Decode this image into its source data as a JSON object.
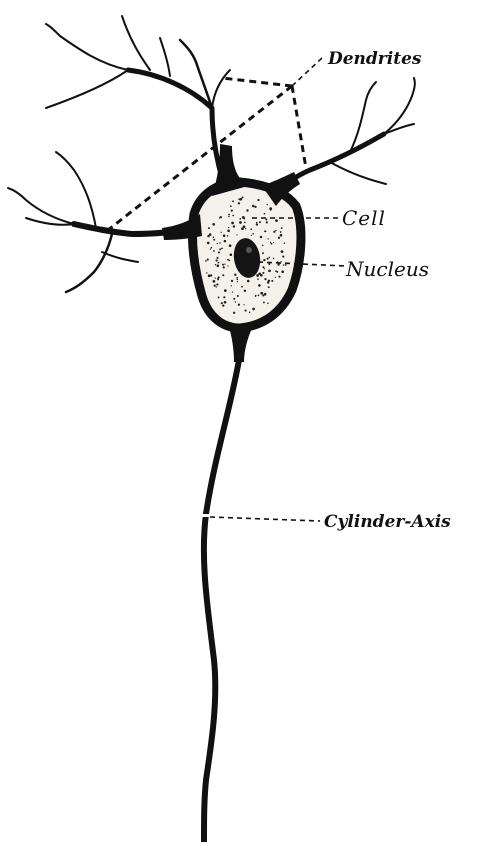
{
  "labels": {
    "dendrites": "Dendrites",
    "cell": "Cell",
    "nucleus": "Nucleus",
    "cylinder_axis": "Cylinder-Axis"
  },
  "colors": {
    "ink": "#111111",
    "cell_fill": "#f4f1ea",
    "background": "#ffffff"
  }
}
